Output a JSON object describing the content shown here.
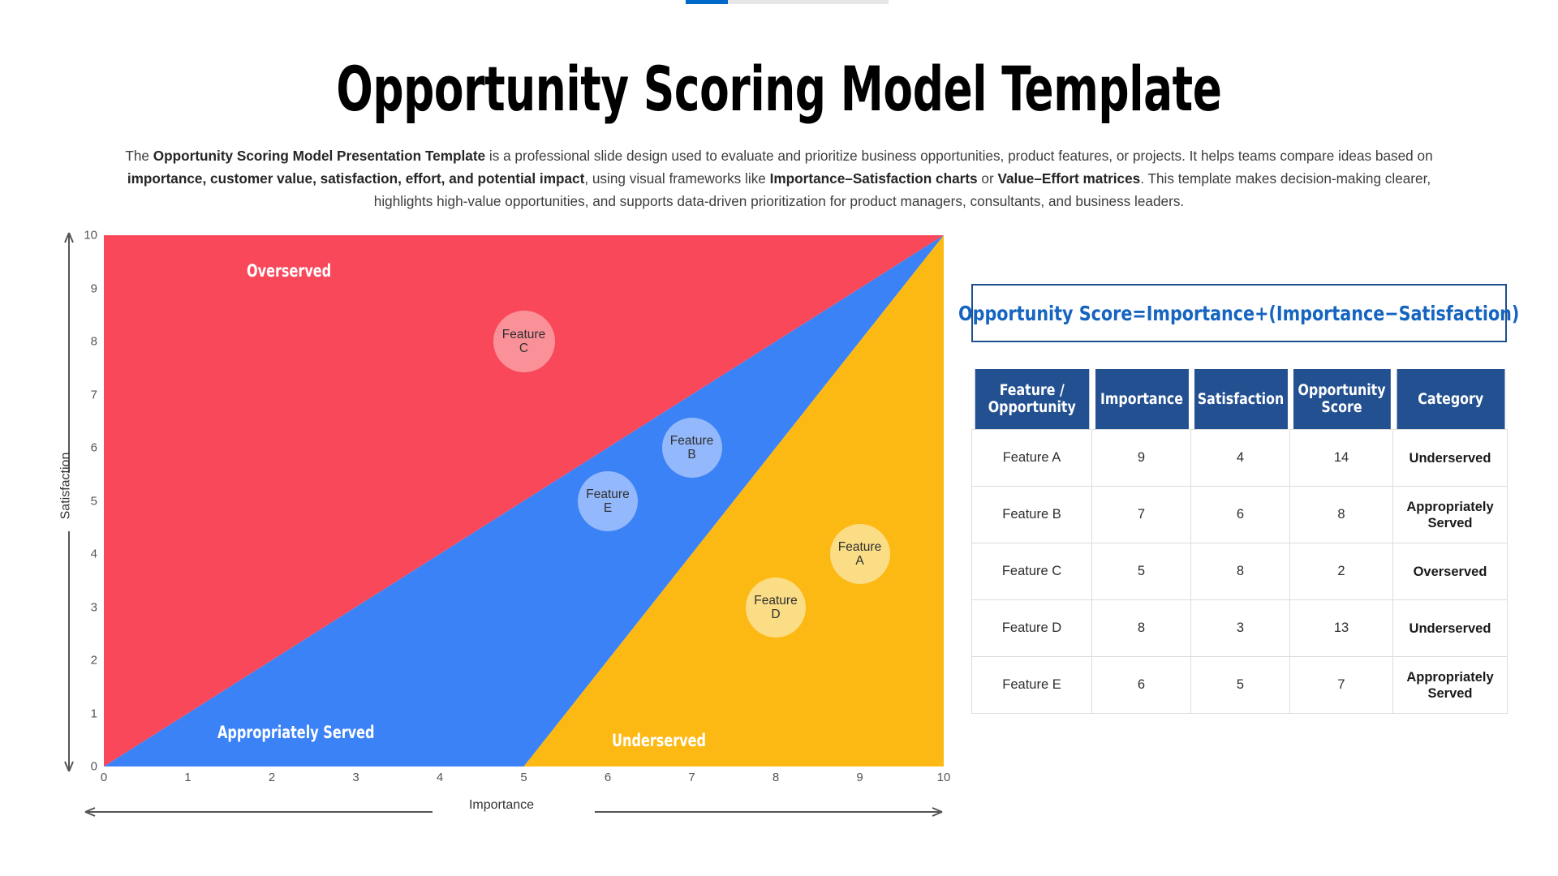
{
  "top_strip": {
    "progress_color": "#0068c9",
    "track_color": "#e6e6e6"
  },
  "header": {
    "title": "Opportunity Scoring Model Template",
    "description_parts": [
      {
        "t": "The ",
        "b": false
      },
      {
        "t": "Opportunity Scoring Model Presentation Template",
        "b": true
      },
      {
        "t": " is a professional slide design used to evaluate and prioritize business opportunities, product features, or projects. It helps teams compare ideas based on ",
        "b": false
      },
      {
        "t": "importance, customer value, satisfaction, effort, and potential impact",
        "b": true
      },
      {
        "t": ", using visual frameworks like ",
        "b": false
      },
      {
        "t": "Importance–Satisfaction charts",
        "b": true
      },
      {
        "t": " or ",
        "b": false
      },
      {
        "t": "Value–Effort matrices",
        "b": true
      },
      {
        "t": ". This template makes decision-making clearer, highlights high-value opportunities, and supports data-driven prioritization for product managers, consultants, and business leaders.",
        "b": false
      }
    ]
  },
  "chart_data": {
    "type": "scatter",
    "title": "",
    "xlabel": "Importance",
    "ylabel": "Satisfaction",
    "xlim": [
      0,
      10
    ],
    "ylim": [
      0,
      10
    ],
    "xticks": [
      "0",
      "1",
      "2",
      "3",
      "4",
      "5",
      "6",
      "7",
      "8",
      "9",
      "10"
    ],
    "yticks": [
      "0",
      "1",
      "2",
      "3",
      "4",
      "5",
      "6",
      "7",
      "8",
      "9",
      "10"
    ],
    "grid": false,
    "legend": "none",
    "zones": [
      {
        "name": "Overserved",
        "label": "Overserved",
        "color": "#f9485a",
        "label_x": 1.7,
        "label_y": 9.35
      },
      {
        "name": "Appropriately Served",
        "label": "Appropriately Served",
        "color": "#3b82f6",
        "label_x": 1.35,
        "label_y": 0.65
      },
      {
        "name": "Underserved",
        "label": "Underserved",
        "color": "#fdb913",
        "label_x": 6.05,
        "label_y": 0.5
      }
    ],
    "zone_boundaries": {
      "upper_diagonal_slope": 1.0,
      "lower_diagonal_from": [
        5,
        0
      ],
      "lower_diagonal_to": [
        10,
        10
      ]
    },
    "points": [
      {
        "label": "Feature A",
        "line1": "Feature",
        "line2": "A",
        "x": 9,
        "y": 4,
        "r": 37,
        "color": "#fbdd86",
        "zone": "Underserved"
      },
      {
        "label": "Feature B",
        "line1": "Feature",
        "line2": "B",
        "x": 7,
        "y": 6,
        "r": 37,
        "color": "#93b8fb",
        "zone": "Appropriately Served"
      },
      {
        "label": "Feature C",
        "line1": "Feature",
        "line2": "C",
        "x": 5,
        "y": 8,
        "r": 38,
        "color": "#fa9199",
        "zone": "Overserved"
      },
      {
        "label": "Feature D",
        "line1": "Feature",
        "line2": "D",
        "x": 8,
        "y": 3,
        "r": 37,
        "color": "#fbdd86",
        "zone": "Underserved"
      },
      {
        "label": "Feature E",
        "line1": "Feature",
        "line2": "E",
        "x": 6,
        "y": 5,
        "r": 37,
        "color": "#93b8fb",
        "zone": "Appropriately Served"
      }
    ]
  },
  "right_panel": {
    "formula": "Opportunity Score=Importance+(Importance−Satisfaction)",
    "table": {
      "headers": [
        "Feature / Opportunity",
        "Importance",
        "Satisfaction",
        "Opportunity Score",
        "Category"
      ],
      "header_lines": [
        [
          "Feature /",
          "Opportunity"
        ],
        [
          "Importance"
        ],
        [
          "Satisfaction"
        ],
        [
          "Opportunity",
          "Score"
        ],
        [
          "Category"
        ]
      ],
      "rows": [
        {
          "feature": "Feature A",
          "importance": "9",
          "satisfaction": "4",
          "score": "14",
          "category": "Underserved",
          "category_lines": [
            "Underserved"
          ]
        },
        {
          "feature": "Feature B",
          "importance": "7",
          "satisfaction": "6",
          "score": "8",
          "category": "Appropriately Served",
          "category_lines": [
            "Appropriately",
            "Served"
          ]
        },
        {
          "feature": "Feature C",
          "importance": "5",
          "satisfaction": "8",
          "score": "2",
          "category": "Overserved",
          "category_lines": [
            "Overserved"
          ]
        },
        {
          "feature": "Feature D",
          "importance": "8",
          "satisfaction": "3",
          "score": "13",
          "category": "Underserved",
          "category_lines": [
            "Underserved"
          ]
        },
        {
          "feature": "Feature E",
          "importance": "6",
          "satisfaction": "5",
          "score": "7",
          "category": "Appropriately Served",
          "category_lines": [
            "Appropriately",
            "Served"
          ]
        }
      ]
    },
    "colors": {
      "header_bg": "#235091",
      "formula_border": "#1f4e8c",
      "formula_text": "#1565c0"
    }
  }
}
